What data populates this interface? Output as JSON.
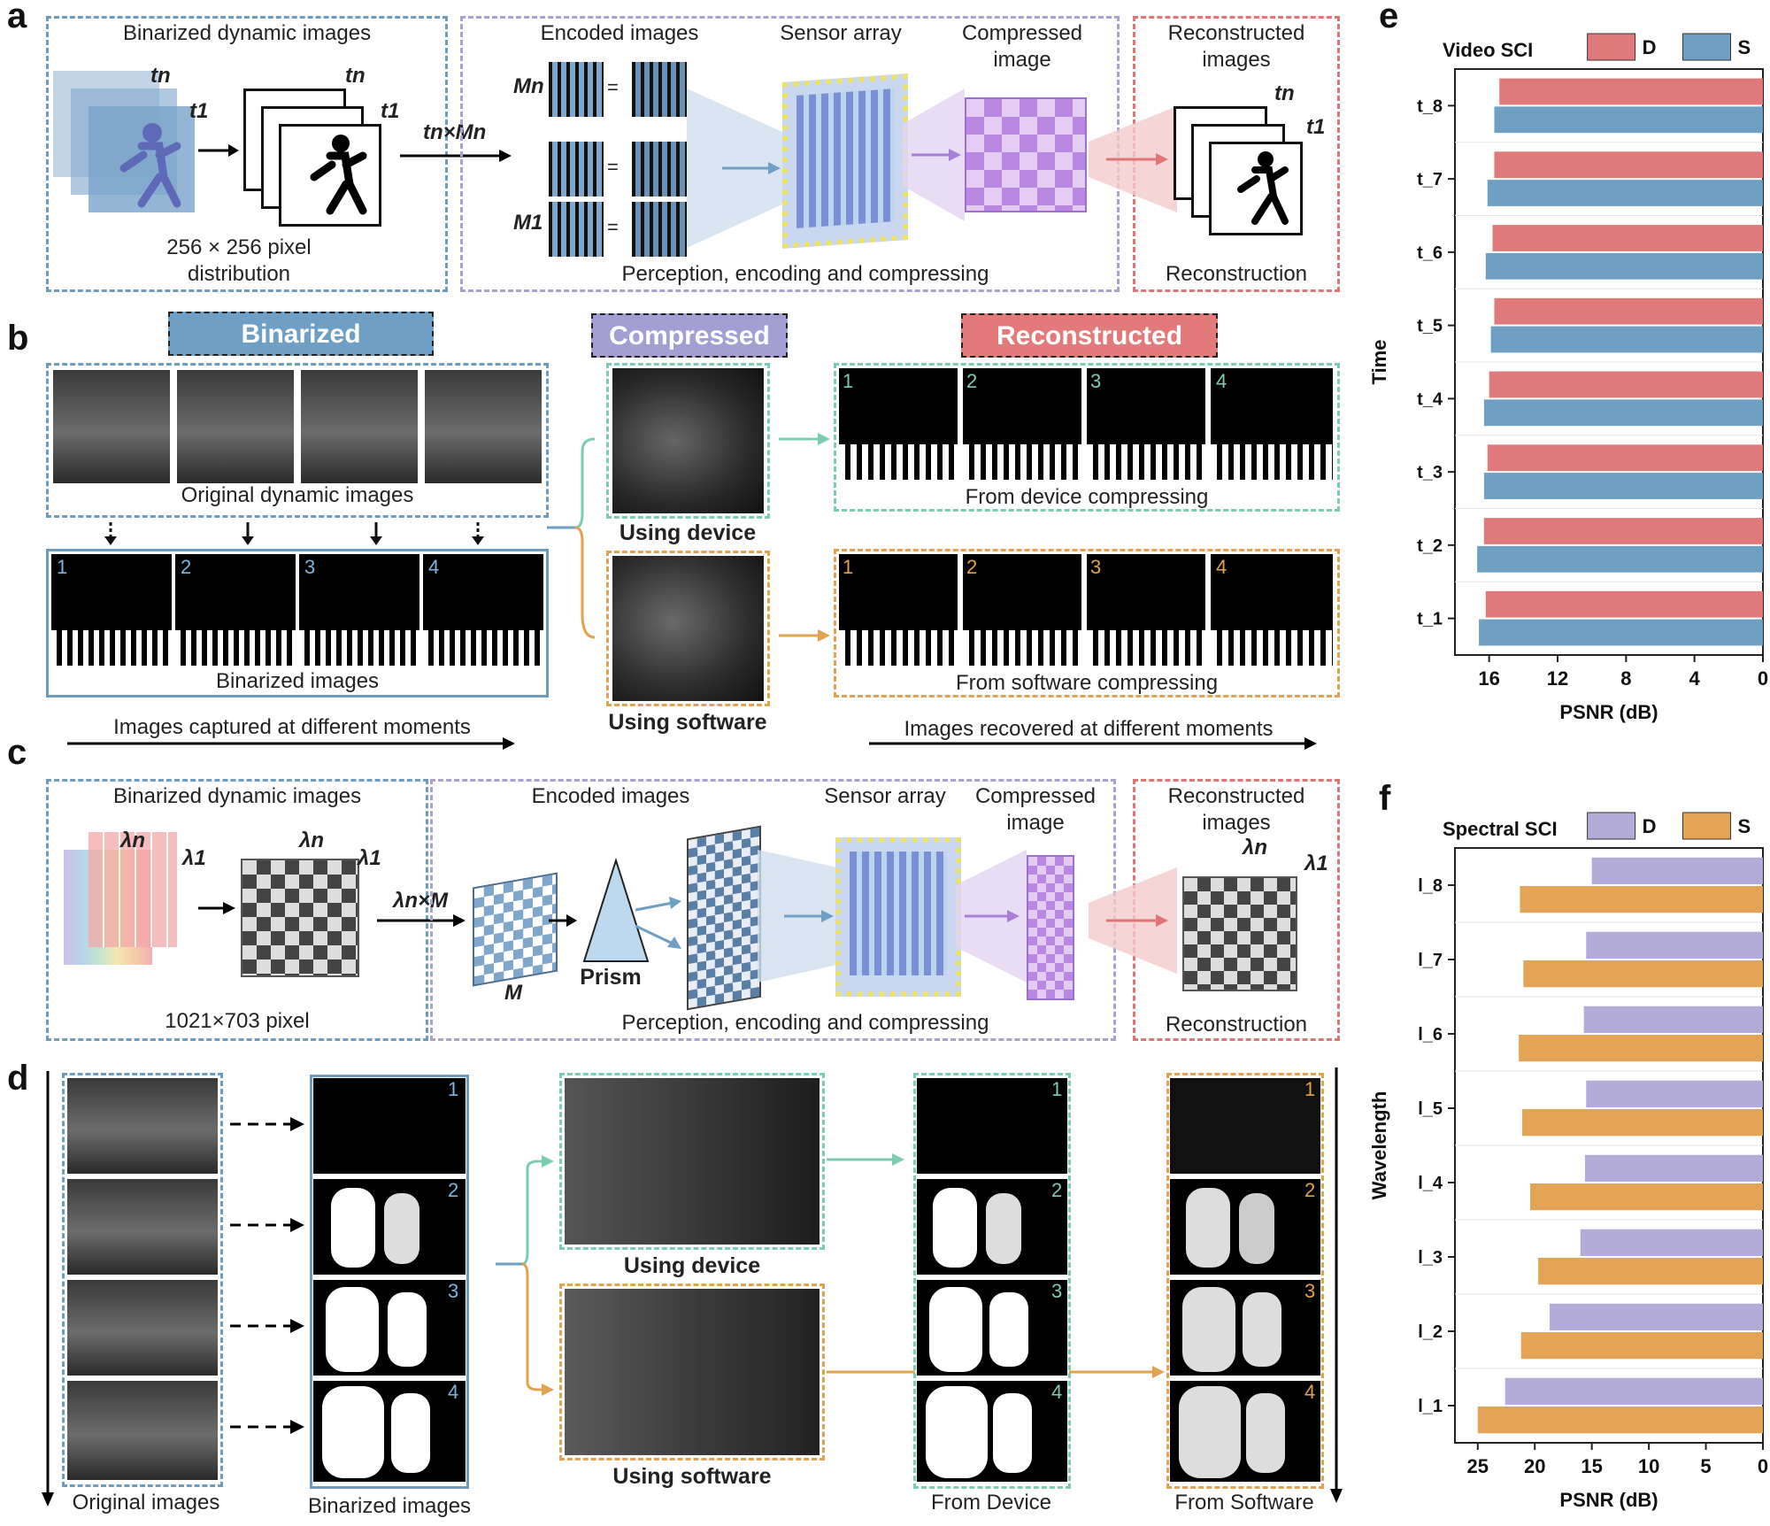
{
  "panels": {
    "a": "a",
    "b": "b",
    "c": "c",
    "d": "d",
    "e": "e",
    "f": "f"
  },
  "panel_a": {
    "binarized_title": "Binarized dynamic images",
    "pixel_line1": "256 × 256 pixel",
    "pixel_line2": "distribution",
    "encoded_title": "Encoded images",
    "sensor_title": "Sensor array",
    "compressed_title_line1": "Compressed",
    "compressed_title_line2": "image",
    "perception_caption": "Perception, encoding and compressing",
    "reconstructed_title_line1": "Reconstructed",
    "reconstructed_title_line2": "images",
    "reconstruction_caption": "Reconstruction",
    "arrow_label": "tn×Mn",
    "mask_top": "Mn",
    "mask_bottom": "M1",
    "time_top": "tn",
    "time_bottom": "t1"
  },
  "panel_b": {
    "tag_binarized": "Binarized",
    "tag_compressed": "Compressed",
    "tag_reconstructed": "Reconstructed",
    "original_caption": "Original dynamic images",
    "binarized_caption": "Binarized images",
    "using_device": "Using device",
    "using_software": "Using software",
    "from_device": "From device compressing",
    "from_software": "From software compressing",
    "captured_caption": "Images captured at different moments",
    "recovered_caption": "Images recovered at different moments",
    "numbers": [
      "1",
      "2",
      "3",
      "4"
    ]
  },
  "panel_c": {
    "binarized_title": "Binarized dynamic images",
    "pixel_caption": "1021×703 pixel",
    "encoded_title": "Encoded images",
    "sensor_title": "Sensor array",
    "compressed_title_line1": "Compressed",
    "compressed_title_line2": "image",
    "perception_caption": "Perception, encoding and compressing",
    "reconstructed_title_line1": "Reconstructed",
    "reconstructed_title_line2": "images",
    "reconstruction_caption": "Reconstruction",
    "arrow_label": "λn×M",
    "mask_label": "M",
    "prism_label": "Prism",
    "lambda_top": "λn",
    "lambda_bottom": "λ1"
  },
  "panel_d": {
    "original_caption": "Original images",
    "binarized_caption": "Binarized images",
    "using_device": "Using device",
    "using_software": "Using software",
    "from_device": "From Device",
    "from_software": "From Software",
    "numbers": [
      "1",
      "2",
      "3",
      "4"
    ]
  },
  "colors": {
    "blue_box": "#6e9cc0",
    "purple_box": "#a9a1cf",
    "red_box": "#e07575",
    "green_box": "#7ccdb0",
    "orange_box": "#e3a250",
    "tag_blue": "#6f9fc4",
    "tag_purple": "#a49fd3",
    "tag_red": "#e27a7a",
    "bar_d_e": "#e07a7a",
    "bar_s_e": "#6fa0c4",
    "bar_d_f": "#b3acd8",
    "bar_s_f": "#e3a555"
  },
  "chart_data": [
    {
      "type": "bar",
      "orientation": "horizontal",
      "title": "Video SCI",
      "xlabel": "PSNR (dB)",
      "ylabel": "Time",
      "categories": [
        "t_8",
        "t_7",
        "t_6",
        "t_5",
        "t_4",
        "t_3",
        "t_2",
        "t_1"
      ],
      "xlim": [
        0,
        18
      ],
      "x_reversed": true,
      "xticks": [
        "16",
        "12",
        "8",
        "4",
        "0"
      ],
      "series": [
        {
          "name": "D",
          "values": [
            15.4,
            15.7,
            15.8,
            15.7,
            16.0,
            16.1,
            16.3,
            16.2
          ]
        },
        {
          "name": "S",
          "values": [
            15.7,
            16.1,
            16.2,
            15.9,
            16.3,
            16.3,
            16.7,
            16.6
          ]
        }
      ],
      "legend": "top"
    },
    {
      "type": "bar",
      "orientation": "horizontal",
      "title": "Spectral SCI",
      "xlabel": "PSNR (dB)",
      "ylabel": "Wavelength",
      "categories": [
        "l_8",
        "l_7",
        "l_6",
        "l_5",
        "l_4",
        "l_3",
        "l_2",
        "l_1"
      ],
      "xlim": [
        0,
        27
      ],
      "x_reversed": true,
      "xticks": [
        "25",
        "20",
        "15",
        "10",
        "5",
        "0"
      ],
      "series": [
        {
          "name": "D",
          "values": [
            15.0,
            15.5,
            15.7,
            15.5,
            15.6,
            16.0,
            18.7,
            22.6
          ]
        },
        {
          "name": "S",
          "values": [
            21.3,
            21.0,
            21.4,
            21.1,
            20.4,
            19.7,
            21.2,
            25.0
          ]
        }
      ],
      "legend": "top"
    }
  ]
}
